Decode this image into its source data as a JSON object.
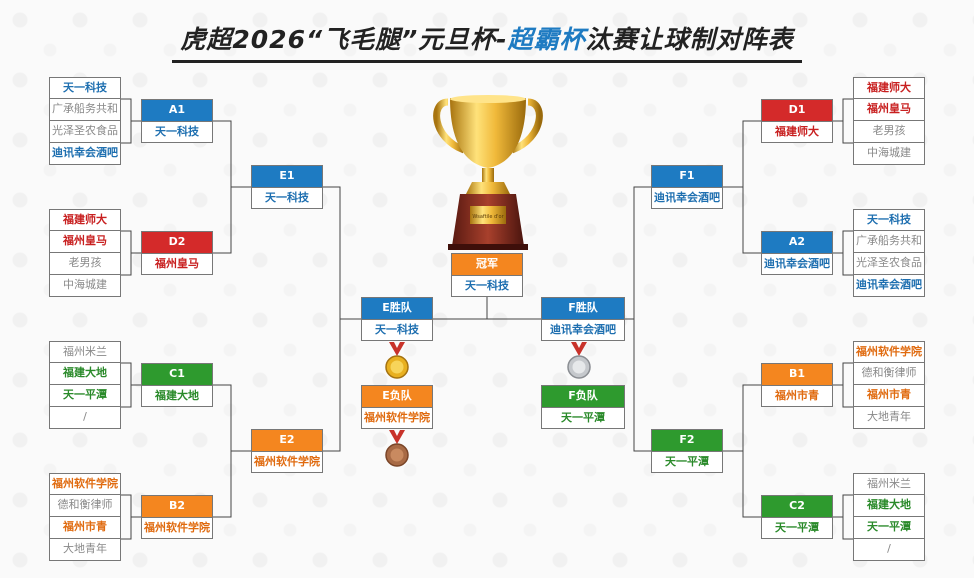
{
  "title": {
    "part1": "虎超2026“飞毛腿”元旦杯-",
    "part2": "超霸杯",
    "part3": "汰赛让球制对阵表"
  },
  "left": {
    "group1": [
      "天一科技",
      "广承船务共和",
      "光泽圣农食品",
      "迪讯幸会酒吧"
    ],
    "group2": [
      "福建师大",
      "福州皇马",
      "老男孩",
      "中海城建"
    ],
    "group3": [
      "福州米兰",
      "福建大地",
      "天一平潭",
      "/"
    ],
    "group4": [
      "福州软件学院",
      "德和衡律师",
      "福州市青",
      "大地青年"
    ],
    "A1": {
      "label": "A1",
      "team": "天一科技"
    },
    "D2": {
      "label": "D2",
      "team": "福州皇马"
    },
    "C1": {
      "label": "C1",
      "team": "福建大地"
    },
    "B2": {
      "label": "B2",
      "team": "福州软件学院"
    },
    "E1": {
      "label": "E1",
      "team": "天一科技"
    },
    "E2": {
      "label": "E2",
      "team": "福州软件学院"
    }
  },
  "right": {
    "group1": [
      "福建师大",
      "福州皇马",
      "老男孩",
      "中海城建"
    ],
    "group2": [
      "天一科技",
      "广承船务共和",
      "光泽圣农食品",
      "迪讯幸会酒吧"
    ],
    "group3": [
      "福州软件学院",
      "德和衡律师",
      "福州市青",
      "大地青年"
    ],
    "group4": [
      "福州米兰",
      "福建大地",
      "天一平潭",
      "/"
    ],
    "D1": {
      "label": "D1",
      "team": "福建师大"
    },
    "A2": {
      "label": "A2",
      "team": "迪讯幸会酒吧"
    },
    "B1": {
      "label": "B1",
      "team": "福州市青"
    },
    "C2": {
      "label": "C2",
      "team": "天一平潭"
    },
    "F1": {
      "label": "F1",
      "team": "迪讯幸会酒吧"
    },
    "F2": {
      "label": "F2",
      "team": "天一平潭"
    }
  },
  "center": {
    "champion": {
      "label": "冠军",
      "team": "天一科技"
    },
    "e_winner": {
      "label": "E胜队",
      "team": "天一科技"
    },
    "e_loser": {
      "label": "E负队",
      "team": "福州软件学院"
    },
    "f_winner": {
      "label": "F胜队",
      "team": "迪讯幸会酒吧"
    },
    "f_loser": {
      "label": "F负队",
      "team": "天一平潭"
    },
    "trophy_plate": "Wsaftile d'or"
  },
  "colors": {
    "blue": "#1e7bc2",
    "red": "#d42a2a",
    "green": "#2e9a2e",
    "orange": "#f4861f",
    "gold": "#d9a520"
  }
}
